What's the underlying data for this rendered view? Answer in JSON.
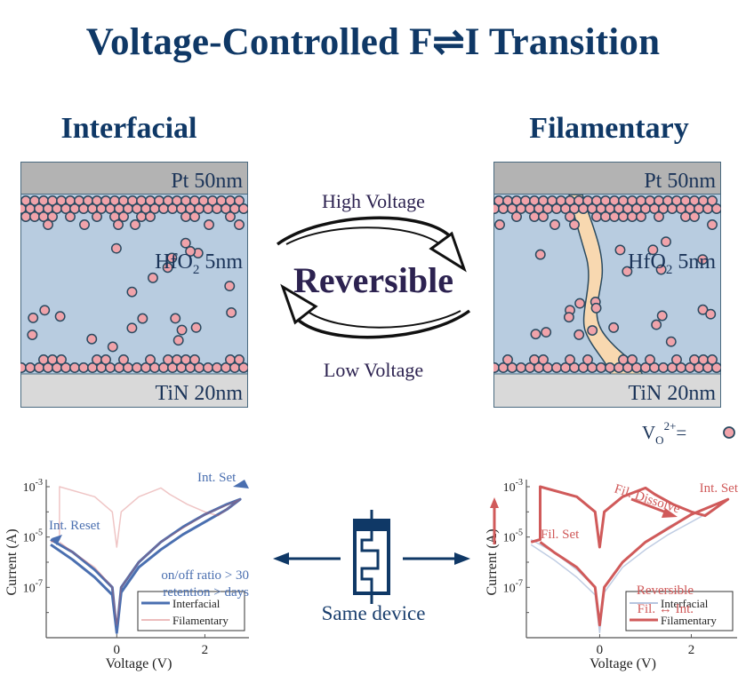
{
  "title": "Voltage-Controlled F⇌I Transition",
  "left_panel": {
    "heading": "Interfacial",
    "layers": {
      "top": "Pt 50nm",
      "oxide": "HfO",
      "oxide_sub": "2",
      "oxide_thickness": " 5nm",
      "bottom": "TiN 20nm"
    }
  },
  "right_panel": {
    "heading": "Filamentary",
    "layers": {
      "top": "Pt 50nm",
      "oxide": "HfO",
      "oxide_sub": "2",
      "oxide_thickness": " 5nm",
      "bottom": "TiN 20nm"
    },
    "legend": {
      "symbol": "V",
      "sub": "O",
      "sup": "2+",
      "equals": "="
    }
  },
  "center": {
    "high_voltage": "High Voltage",
    "reversible": "Reversible",
    "low_voltage": "Low Voltage",
    "same_device": "Same device"
  },
  "colors": {
    "title": "#0f3866",
    "pt": "#b3b3b3",
    "tin": "#d9d9d9",
    "oxide": "#b8cce0",
    "vacancy": "#f0a3aa",
    "filament": "#f8d8b0",
    "interfacial_line": "#4a6fb0",
    "filamentary_line": "#d05a5a"
  },
  "chart_data": [
    {
      "type": "line",
      "name": "interfacial-iv",
      "xlabel": "Voltage (V)",
      "ylabel": "Current (A)",
      "xlim": [
        -1.6,
        3.0
      ],
      "ylim_log10": [
        -9,
        -3
      ],
      "x_ticks": [
        "0",
        "2"
      ],
      "y_ticks": [
        "10^-3",
        "10^-5",
        "10^-7"
      ],
      "annotations": [
        "Int. Set",
        "Int. Reset",
        "on/off ratio > 30",
        "retention > days"
      ],
      "legend": {
        "position": "bottom-right",
        "entries": [
          "Interfacial",
          "Filamentary"
        ]
      },
      "series": [
        {
          "name": "Interfacial",
          "emphasis": "strong",
          "x": [
            -1.5,
            -1.0,
            -0.5,
            -0.1,
            0,
            0.1,
            0.5,
            1.0,
            1.5,
            2.0,
            2.5,
            2.8,
            2.5,
            2.0,
            1.5,
            1.0,
            0.5,
            0.1,
            0,
            -0.1,
            -0.5,
            -1.0,
            -1.5
          ],
          "log10_y": [
            -5.1,
            -5.6,
            -6.3,
            -7.0,
            -8.8,
            -7.0,
            -6.0,
            -5.2,
            -4.6,
            -4.1,
            -3.7,
            -3.5,
            -3.9,
            -4.4,
            -4.9,
            -5.5,
            -6.2,
            -7.2,
            -8.8,
            -7.3,
            -6.6,
            -5.9,
            -5.3
          ]
        },
        {
          "name": "Filamentary",
          "emphasis": "faint",
          "x": [
            -1.5,
            -1.3,
            -1.3,
            -0.5,
            -0.1,
            0,
            0.1,
            0.5,
            1.0,
            1.2,
            1.6,
            2.0,
            2.3,
            2.8,
            2.0,
            1.0,
            0.5,
            0.1,
            0,
            -0.1,
            -0.5,
            -1.0,
            -1.3
          ],
          "log10_y": [
            -5.2,
            -5.1,
            -3.0,
            -3.4,
            -4.0,
            -5.4,
            -4.0,
            -3.4,
            -3.05,
            -3.3,
            -3.7,
            -4.0,
            -4.15,
            -3.5,
            -4.1,
            -5.2,
            -6.0,
            -7.0,
            -8.5,
            -7.0,
            -6.2,
            -5.6,
            -5.2
          ]
        }
      ]
    },
    {
      "type": "line",
      "name": "filamentary-iv",
      "xlabel": "Voltage (V)",
      "ylabel": "Current (A)",
      "xlim": [
        -1.6,
        3.0
      ],
      "ylim_log10": [
        -9,
        -3
      ],
      "x_ticks": [
        "0",
        "2"
      ],
      "y_ticks": [
        "10^-3",
        "10^-5",
        "10^-7"
      ],
      "annotations": [
        "Fil. Set",
        "Fil. Dissolve",
        "Int. Set",
        "Reversible",
        "Fil. ↔ Int."
      ],
      "legend": {
        "position": "bottom-right",
        "entries": [
          "Interfacial",
          "Filamentary"
        ]
      },
      "series": [
        {
          "name": "Interfacial",
          "emphasis": "faint",
          "x": [
            -1.5,
            -1.0,
            -0.5,
            -0.1,
            0,
            0.1,
            0.5,
            1.0,
            1.5,
            2.0,
            2.5,
            2.8,
            2.5,
            2.0,
            1.5,
            1.0,
            0.5,
            0.1,
            0,
            -0.1,
            -0.5,
            -1.0,
            -1.5
          ],
          "log10_y": [
            -5.1,
            -5.6,
            -6.3,
            -7.0,
            -8.8,
            -7.0,
            -6.0,
            -5.2,
            -4.6,
            -4.1,
            -3.7,
            -3.5,
            -3.9,
            -4.4,
            -4.9,
            -5.5,
            -6.2,
            -7.2,
            -8.8,
            -7.3,
            -6.6,
            -5.9,
            -5.3
          ]
        },
        {
          "name": "Filamentary",
          "emphasis": "strong",
          "x": [
            -1.5,
            -1.3,
            -1.3,
            -0.5,
            -0.1,
            0,
            0.1,
            0.5,
            1.0,
            1.2,
            1.6,
            2.0,
            2.3,
            2.8,
            2.0,
            1.0,
            0.5,
            0.1,
            0,
            -0.1,
            -0.5,
            -1.0,
            -1.3
          ],
          "log10_y": [
            -5.2,
            -5.1,
            -3.0,
            -3.4,
            -4.0,
            -5.4,
            -4.0,
            -3.4,
            -3.05,
            -3.3,
            -3.7,
            -4.0,
            -4.15,
            -3.5,
            -4.1,
            -5.2,
            -6.0,
            -7.0,
            -8.5,
            -7.0,
            -6.2,
            -5.6,
            -5.2
          ]
        }
      ]
    }
  ]
}
